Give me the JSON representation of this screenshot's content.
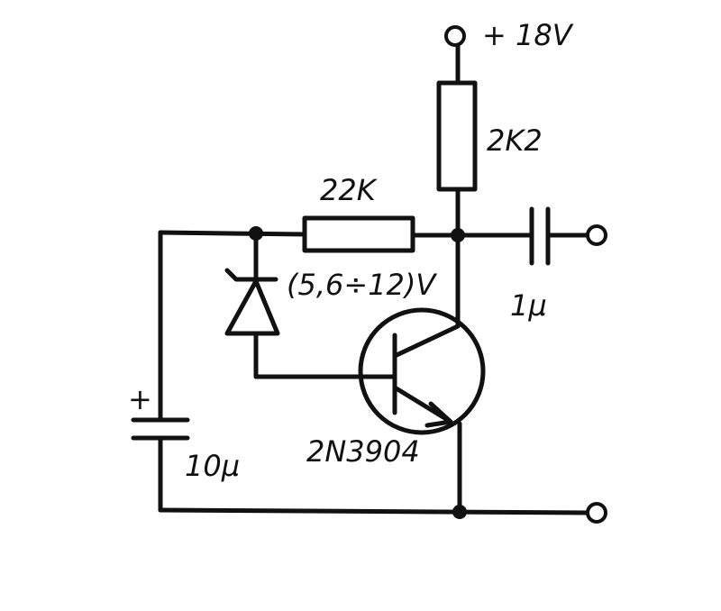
{
  "labels": {
    "supply": "+ 18V",
    "r_collector": "2K2",
    "r_feedback": "22K",
    "zener": "(5,6÷12)V",
    "c_output": "1µ",
    "c_input_plus": "+",
    "c_input": "10µ",
    "transistor": "2N3904"
  },
  "icons": {
    "resistor": "resistor-icon",
    "capacitor": "capacitor-icon",
    "zener": "zener-diode-icon",
    "transistor": "npn-transistor-icon",
    "terminal": "terminal-icon"
  },
  "colors": {
    "ink": "#111111",
    "paper": "#ffffff"
  }
}
